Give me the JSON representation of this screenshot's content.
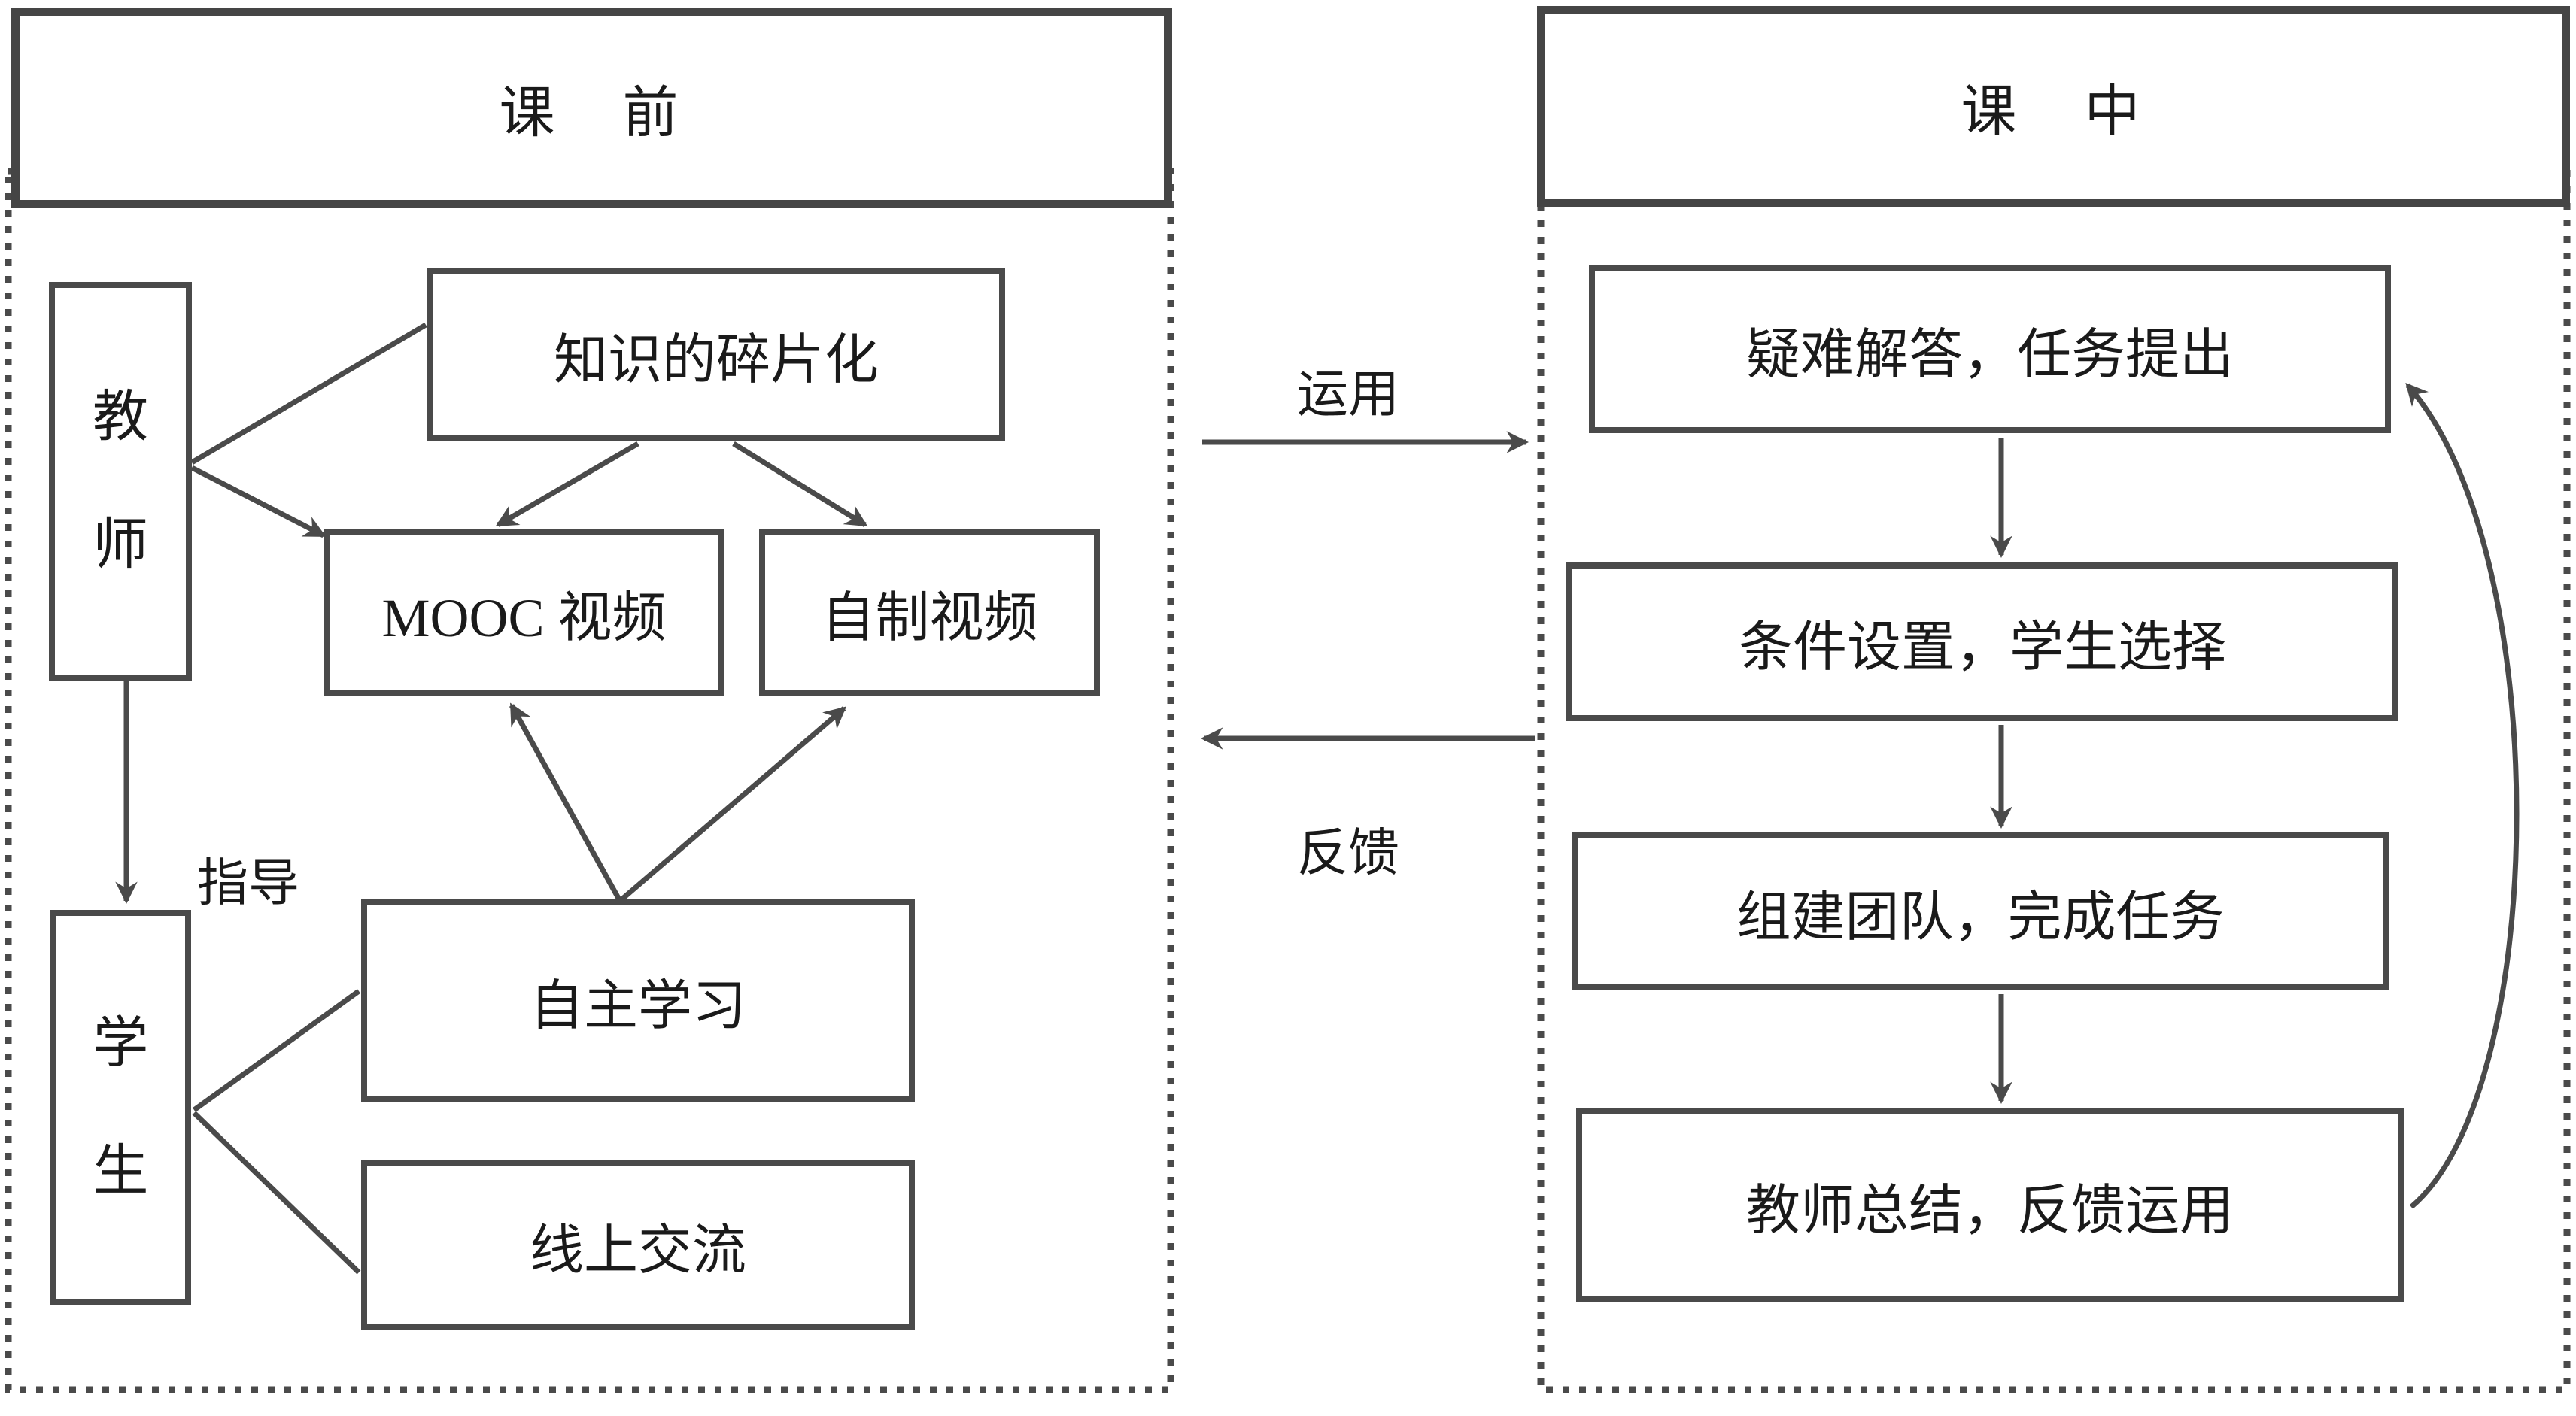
{
  "diagram_title": "翻转课堂教学流程图 (flipped-classroom flow diagram)",
  "colors": {
    "line": "#4a4a4a",
    "text": "#1a1a1a",
    "background": "#ffffff"
  },
  "pre_class": {
    "title": "课　前",
    "teacher": {
      "char1": "教",
      "char2": "师"
    },
    "student": {
      "char1": "学",
      "char2": "生"
    },
    "knowledge_box": "知识的碎片化",
    "mooc_box": "MOOC 视频",
    "selfmade_box": "自制视频",
    "selflearn_box": "自主学习",
    "online_box": "线上交流",
    "guide_label": "指导"
  },
  "in_class": {
    "title": "课　中",
    "steps": [
      "疑难解答，任务提出",
      "条件设置，学生选择",
      "组建团队，完成任务",
      "教师总结，反馈运用"
    ]
  },
  "middle": {
    "apply_label": "运用",
    "feedback_label": "反馈"
  }
}
